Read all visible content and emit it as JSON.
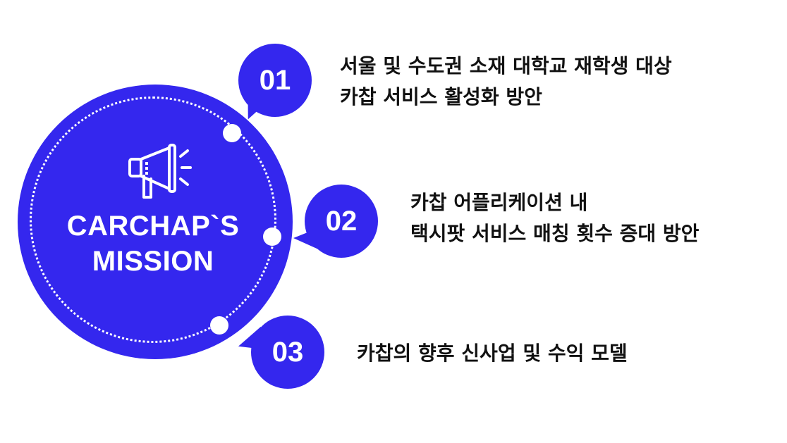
{
  "mission": {
    "title_line1": "CARCHAP`S",
    "title_line2": "MISSION",
    "icon": "megaphone-icon"
  },
  "goals": [
    {
      "number": "01",
      "line1": "서울 및 수도권 소재 대학교 재학생 대상",
      "line2": "카찹 서비스 활성화 방안"
    },
    {
      "number": "02",
      "line1": "카찹 어플리케이션 내",
      "line2": "택시팟 서비스 매칭 횟수 증대 방안"
    },
    {
      "number": "03",
      "line1": "카찹의 향후 신사업 및 수익 모델"
    }
  ],
  "colors": {
    "accent": "#3427EE",
    "text": "#111111",
    "background": "#FFFFFF"
  }
}
